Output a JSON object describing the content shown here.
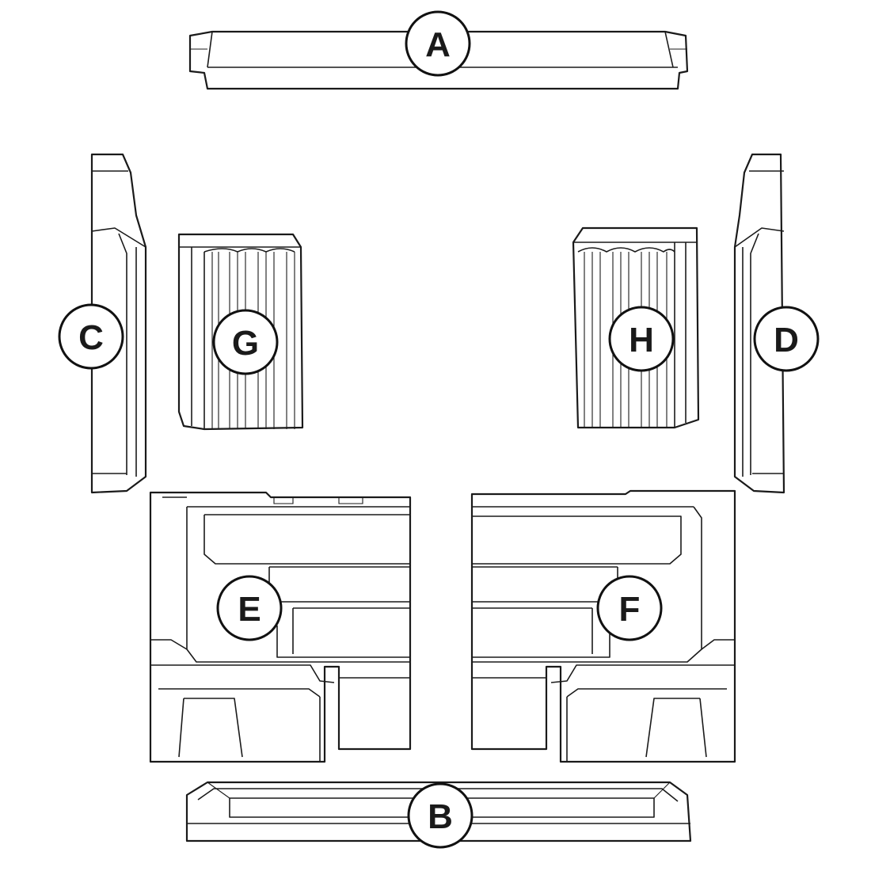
{
  "diagram": {
    "parts": [
      {
        "id": "A",
        "label": "A"
      },
      {
        "id": "B",
        "label": "B"
      },
      {
        "id": "C",
        "label": "C"
      },
      {
        "id": "D",
        "label": "D"
      },
      {
        "id": "E",
        "label": "E"
      },
      {
        "id": "F",
        "label": "F"
      },
      {
        "id": "G",
        "label": "G"
      },
      {
        "id": "H",
        "label": "H"
      }
    ]
  },
  "colors": {
    "line": "#1a1a1a",
    "background": "#ffffff"
  }
}
